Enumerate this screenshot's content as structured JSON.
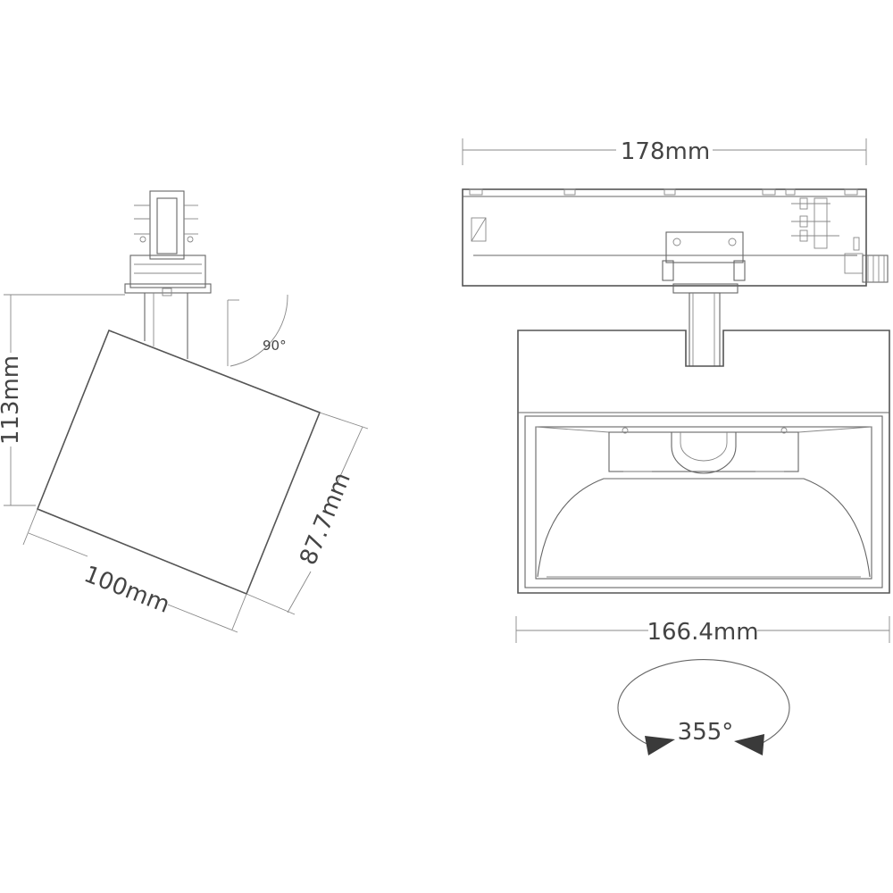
{
  "dimensions": {
    "height_side": "113mm",
    "body_width": "100mm",
    "body_depth": "87.7mm",
    "tilt_angle": "90°",
    "track_length": "178mm",
    "head_width": "166.4mm",
    "rotation": "355°"
  },
  "colors": {
    "line": "#555555",
    "arrow": "#3a3a3a"
  }
}
